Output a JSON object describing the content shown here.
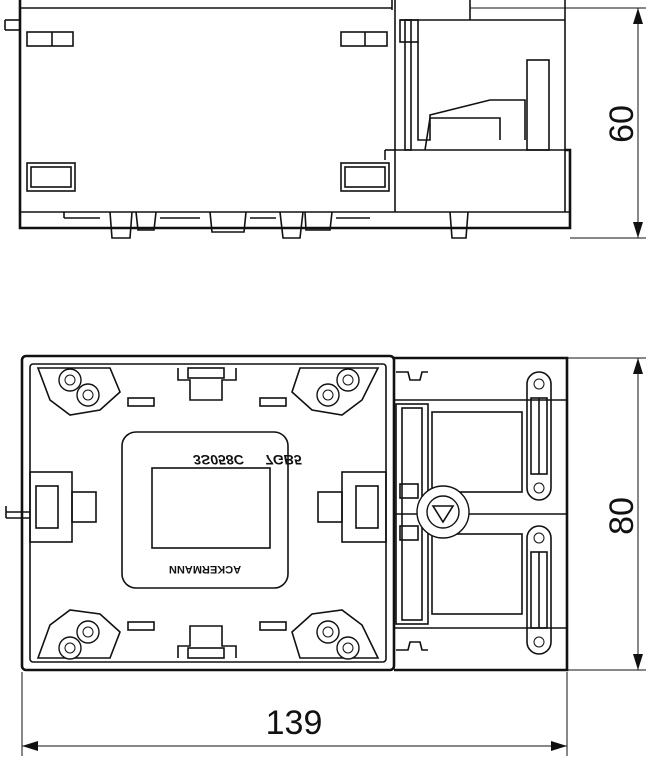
{
  "dimensions": {
    "height": "60",
    "depth": "80",
    "width": "139"
  },
  "product_label": {
    "code": "3S058C",
    "type": "7GB5",
    "brand": "ACKERMANN"
  },
  "colors": {
    "line": "#111111",
    "background": "#ffffff"
  }
}
